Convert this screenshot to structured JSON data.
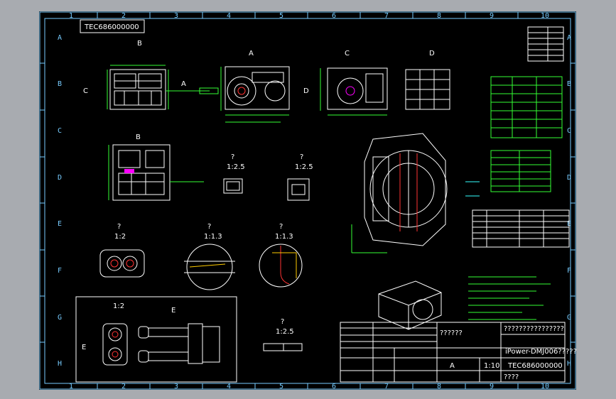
{
  "drawing": {
    "code_top": "TEC686000000",
    "code_title": "TEC686000000",
    "title_line": "iPower-DMJ006?????",
    "company": "????????????????",
    "material": "??????",
    "scale": "1:10",
    "sheet_mark": "A",
    "stamp": "????"
  },
  "grid": {
    "columns": [
      "1",
      "2",
      "3",
      "4",
      "5",
      "6",
      "7",
      "8",
      "9",
      "10"
    ],
    "rows": [
      "A",
      "B",
      "C",
      "D",
      "E",
      "F",
      "G",
      "H"
    ]
  },
  "views": {
    "view_a": "A",
    "view_b": "B",
    "view_c": "C",
    "view_d": "D",
    "view_e": "E",
    "arrow_b": "B",
    "arrow_c": "C",
    "arrow_a": "A",
    "arrow_d": "D",
    "arrow_e": "E",
    "detail_1": "?",
    "detail_2": "?",
    "detail_3": "?",
    "detail_4": "?",
    "detail_5": "?",
    "scale_125_a": "1:2.5",
    "scale_125_b": "1:2.5",
    "scale_12_a": "1:2",
    "scale_12_b": "1:2",
    "scale_113_a": "1:1.3",
    "scale_113_b": "1:1.3",
    "scale_125_c": "1:2.5"
  },
  "colors": {
    "border": "#7cf",
    "line": "#ffffff",
    "accent": "#3f3",
    "dim": "#3ff",
    "red": "#f33",
    "magenta": "#f0f"
  }
}
